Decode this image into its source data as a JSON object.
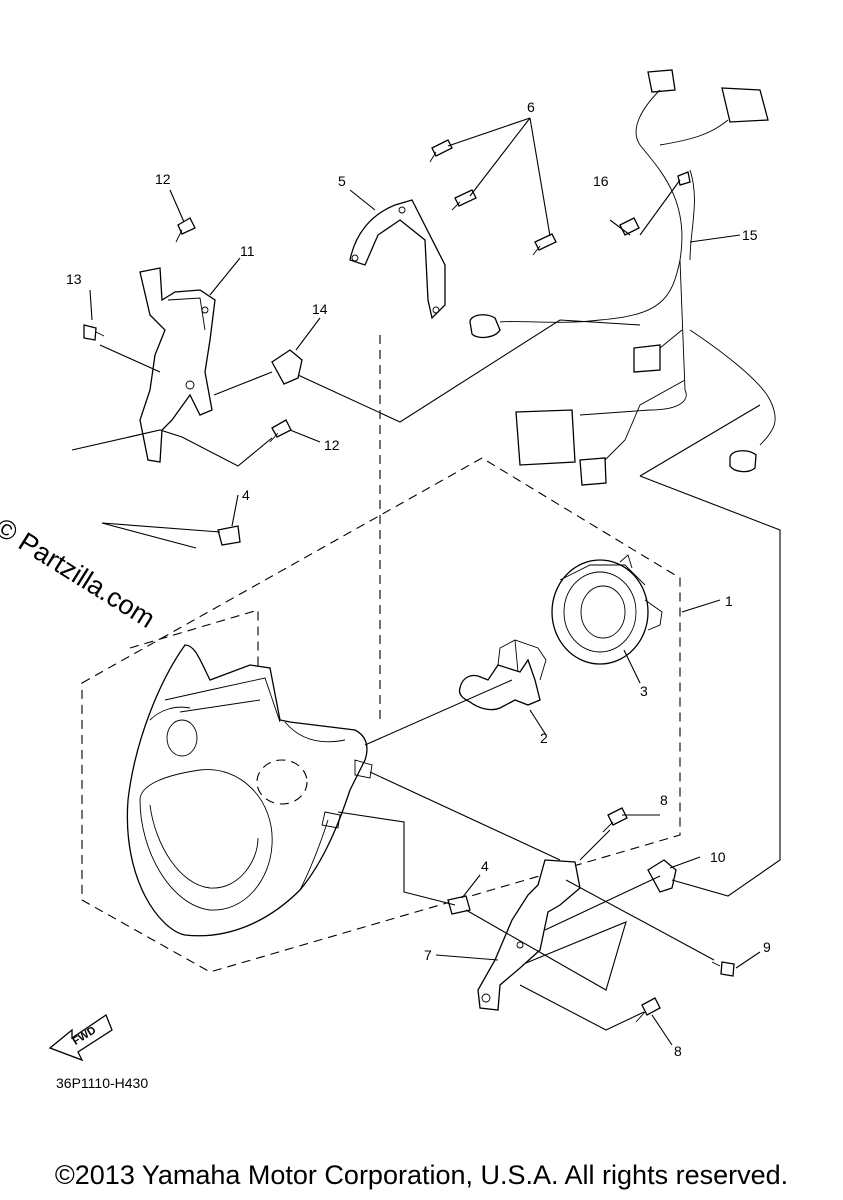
{
  "watermark": "© Partzilla.com",
  "callouts": [
    {
      "id": "c1",
      "label": "1"
    },
    {
      "id": "c2",
      "label": "2"
    },
    {
      "id": "c3",
      "label": "3"
    },
    {
      "id": "c4a",
      "label": "4"
    },
    {
      "id": "c4b",
      "label": "4"
    },
    {
      "id": "c5",
      "label": "5"
    },
    {
      "id": "c6",
      "label": "6"
    },
    {
      "id": "c7",
      "label": "7"
    },
    {
      "id": "c8a",
      "label": "8"
    },
    {
      "id": "c8b",
      "label": "8"
    },
    {
      "id": "c9",
      "label": "9"
    },
    {
      "id": "c10",
      "label": "10"
    },
    {
      "id": "c11",
      "label": "11"
    },
    {
      "id": "c12a",
      "label": "12"
    },
    {
      "id": "c12b",
      "label": "12"
    },
    {
      "id": "c13",
      "label": "13"
    },
    {
      "id": "c14",
      "label": "14"
    },
    {
      "id": "c15",
      "label": "15"
    },
    {
      "id": "c16",
      "label": "16"
    }
  ],
  "fwd_label": "FWD",
  "figure_code": "36P1110-H430",
  "copyright": "©2013 Yamaha Motor Corporation, U.S.A. All rights reserved."
}
